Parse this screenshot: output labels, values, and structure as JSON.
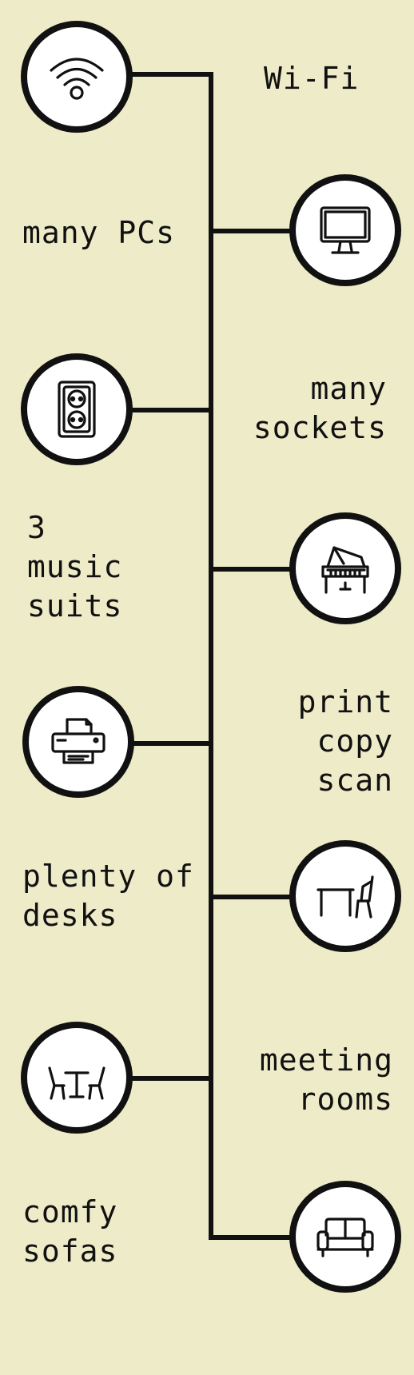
{
  "features": [
    {
      "icon": "wifi-icon",
      "label": "Wi-Fi"
    },
    {
      "icon": "monitor-icon",
      "label": "many PCs"
    },
    {
      "icon": "socket-icon",
      "label": "many\nsockets"
    },
    {
      "icon": "piano-icon",
      "label": "3\nmusic\nsuits"
    },
    {
      "icon": "printer-icon",
      "label": "print\ncopy\nscan"
    },
    {
      "icon": "desk-chair-icon",
      "label": "plenty of\ndesks"
    },
    {
      "icon": "table-chairs-icon",
      "label": "meeting\nrooms"
    },
    {
      "icon": "sofa-icon",
      "label": "comfy\nsofas"
    }
  ]
}
